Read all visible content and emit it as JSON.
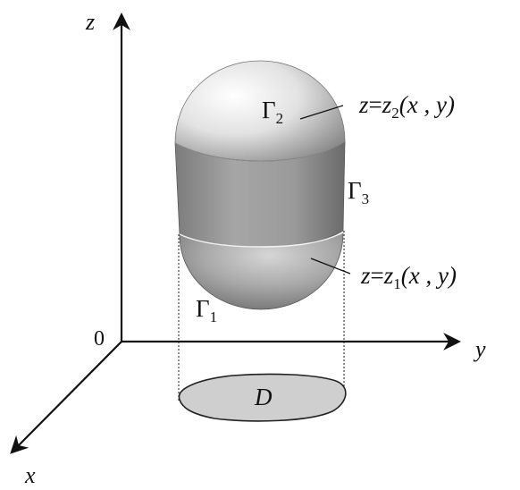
{
  "axes": {
    "z_label": "z",
    "y_label": "y",
    "x_label": "x",
    "origin_label": "0"
  },
  "surfaces": {
    "gamma2": {
      "symbol": "Γ",
      "sub": "2"
    },
    "gamma3": {
      "symbol": "Γ",
      "sub": "3"
    },
    "gamma1": {
      "symbol": "Γ",
      "sub": "1"
    }
  },
  "equations": {
    "top": {
      "lhs": "z",
      "eq": "=",
      "fn": "z",
      "sub": "2",
      "args": "(x , y)"
    },
    "bottom": {
      "lhs": "z",
      "eq": "=",
      "fn": "z",
      "sub": "1",
      "args": "(x , y)"
    }
  },
  "region": {
    "label": "D",
    "fill": "#cfcfcf"
  },
  "colors": {
    "axis": "#111111",
    "body_dark": "#6f6f6f",
    "body_light": "#f4f4f4"
  }
}
